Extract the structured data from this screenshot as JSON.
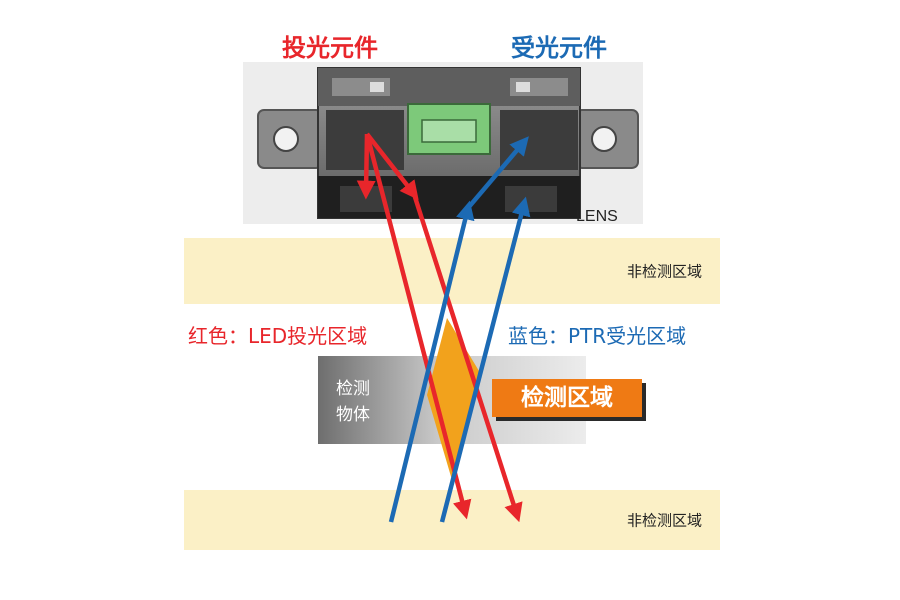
{
  "emitter_title": "投光元件",
  "receiver_title": "受光元件",
  "lens_label": "LENS",
  "non_detection_zone_top": "非检测区域",
  "non_detection_zone_bottom": "非检测区域",
  "red_caption": "红色：LED投光区域",
  "blue_caption": "蓝色：PTR受光区域",
  "object_label": "检测物体",
  "detection_zone_label": "检测区域",
  "colors": {
    "emitter_red": "#e8262b",
    "receiver_blue": "#1c6ab4",
    "detection_orange": "#f2a21c",
    "callout_orange": "#ef7a14",
    "zone_band": "#fbf0c6",
    "sensor_body": "#4a4a4a",
    "connector_green": "#7dc97a"
  }
}
